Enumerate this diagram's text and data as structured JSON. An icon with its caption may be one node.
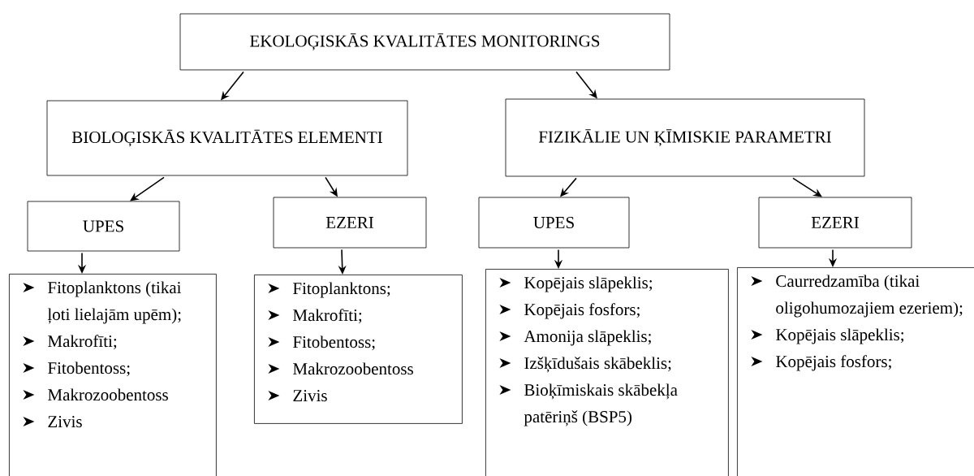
{
  "diagram": {
    "nodes": [
      {
        "text": [
          "EKOLOĢISKĀS KVALITĀTES MONITORINGS"
        ]
      },
      {
        "text": [
          "BIOLOĢISKĀS KVALITĀTES ELEMENTI"
        ]
      },
      {
        "text": [
          "FIZIKĀLIE UN ĶĪMISKIE PARAMETRI"
        ]
      },
      {
        "text": [
          "UPES"
        ]
      },
      {
        "text": [
          "EZERI"
        ]
      },
      {
        "text": [
          "UPES"
        ]
      },
      {
        "text": [
          "EZERI"
        ]
      },
      {
        "text": [
          "Fitoplanktons (tikai ļoti lielajām upēm);",
          "Makrofīti;",
          "Fitobentoss;",
          "Makrozoobentoss",
          "Zivis"
        ]
      },
      {
        "text": [
          "Fitoplanktons;",
          "Makrofīti;",
          "Fitobentoss;",
          "Makrozoobentoss",
          "Zivis"
        ]
      },
      {
        "text": [
          "Kopējais slāpeklis;",
          "Kopējais fosfors;",
          "Amonija slāpeklis;",
          "Izšķīdušais skābeklis;",
          "Bioķīmiskais skābekļa patēriņš (BSP5)"
        ]
      },
      {
        "text": [
          "Caurredzamība (tikai oligohumozajiem ezeriem);",
          "Kopējais slāpeklis;",
          "Kopējais fosfors;"
        ]
      }
    ],
    "edges": [
      {
        "from": 0,
        "to": 1,
        "arrow": "to"
      },
      {
        "from": 0,
        "to": 2,
        "arrow": "to"
      },
      {
        "from": 1,
        "to": 3,
        "arrow": "to"
      },
      {
        "from": 1,
        "to": 4,
        "arrow": "to"
      },
      {
        "from": 2,
        "to": 5,
        "arrow": "to"
      },
      {
        "from": 2,
        "to": 6,
        "arrow": "to"
      },
      {
        "from": 3,
        "to": 7,
        "arrow": "to"
      },
      {
        "from": 4,
        "to": 8,
        "arrow": "to"
      },
      {
        "from": 5,
        "to": 9,
        "arrow": "to"
      },
      {
        "from": 6,
        "to": 10,
        "arrow": "to"
      }
    ]
  }
}
